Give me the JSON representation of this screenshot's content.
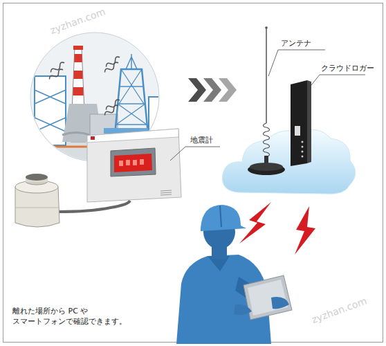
{
  "diagram": {
    "labels": [
      "アンテナ",
      "クラウドロガー",
      "地震計",
      "離れた場所から PC や スマートフォンで確認できます。",
      "zyzhan.com",
      "zyzhan.com"
    ]
  }
}
